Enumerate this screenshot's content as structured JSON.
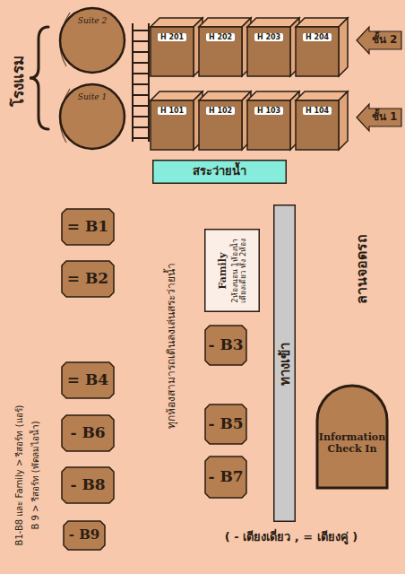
{
  "diagram": {
    "nodes": [
      {
        "text": [
          "Suite 2"
        ]
      },
      {
        "text": [
          "Suite 1"
        ]
      },
      {
        "text": [
          "H 201"
        ]
      },
      {
        "text": [
          "H 202"
        ]
      },
      {
        "text": [
          "H 203"
        ]
      },
      {
        "text": [
          "H 204"
        ]
      },
      {
        "text": [
          "ชั้น 2"
        ]
      },
      {
        "text": [
          "H 101"
        ]
      },
      {
        "text": [
          "H 102"
        ]
      },
      {
        "text": [
          "H 103"
        ]
      },
      {
        "text": [
          "H 104"
        ]
      },
      {
        "text": [
          "ชั้น 1"
        ]
      },
      {
        "text": [
          "สระว่ายน้ำ"
        ]
      },
      {
        "text": [
          "= B1"
        ]
      },
      {
        "text": [
          "= B2"
        ]
      },
      {
        "text": [
          "Family",
          "2ห้องนอน 1ห้องน้ำ เตียงเดี่ยว ทั้ง 2ห้อง"
        ]
      },
      {
        "text": [
          "ทางเข้า"
        ]
      },
      {
        "text": [
          "- B3"
        ]
      },
      {
        "text": [
          "= B4"
        ]
      },
      {
        "text": [
          "- B5"
        ]
      },
      {
        "text": [
          "- B6"
        ]
      },
      {
        "text": [
          "- B7"
        ]
      },
      {
        "text": [
          "- B8"
        ]
      },
      {
        "text": [
          "- B9"
        ]
      },
      {
        "text": [
          "Information Check In"
        ]
      }
    ],
    "labels": [
      "โรงแรม",
      "ลานจอดรถ",
      "ทุกห้องสามารถเดินลงเล่นสระว่ายน้ำ",
      "B1-B8 และ Family > รีสอร์ท (แอร์)",
      "B 9 > รีสอร์ท (พัดลมไอน้ำ)",
      "( - เตียงเดี่ยว , = เตียงคู่ )"
    ]
  }
}
